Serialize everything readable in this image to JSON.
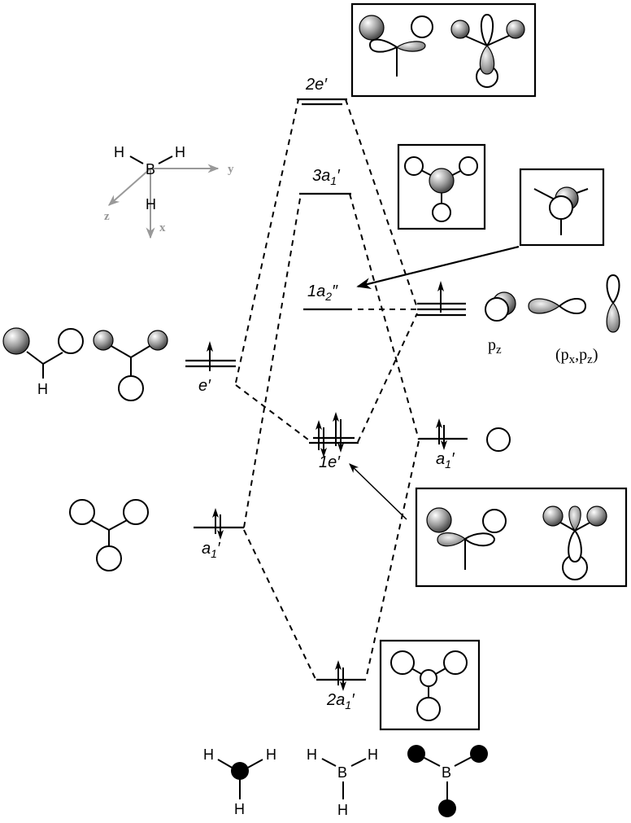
{
  "figure": {
    "type": "molecular orbital diagram",
    "molecule": "BH3"
  },
  "levels": {
    "e2": {
      "label_main": "2e",
      "label_prime": "′",
      "degenerate": 2,
      "electrons": 0
    },
    "a3": {
      "label_main": "3a",
      "label_sub": "1",
      "label_prime": "′",
      "electrons": 0
    },
    "a2pp": {
      "label_main": "1a",
      "label_sub": "2",
      "label_prime": "″",
      "electrons": 0
    },
    "e1": {
      "label_main": "1e",
      "label_prime": "′",
      "degenerate": 2,
      "electrons": 4
    },
    "a2": {
      "label_main": "2a",
      "label_sub": "1",
      "label_prime": "′",
      "electrons": 2
    }
  },
  "left_fragment": {
    "description": "H3 fragment orbitals",
    "e_level": {
      "label_main": "e",
      "label_prime": "′",
      "electrons": 1
    },
    "a_level": {
      "label_main": "a",
      "label_sub": "1",
      "label_prime": "′",
      "electrons": 2
    },
    "h_label": "H"
  },
  "right_fragment": {
    "description": "B atomic orbitals",
    "p_level": {
      "electrons": 1,
      "degenerate": 3
    },
    "s_level": {
      "label_main": "a",
      "label_sub": "1",
      "label_prime": "′",
      "electrons": 2
    },
    "pz_label_main": "p",
    "pz_label_sub": "z",
    "pxpz_label_open": "(p",
    "pxpz_label_sub1": "x",
    "pxpz_label_mid": ",p",
    "pxpz_label_sub2": "z",
    "pxpz_label_close": ")"
  },
  "axes_inset": {
    "atoms": {
      "center": "B",
      "h1": "H",
      "h2": "H",
      "h3": "H"
    },
    "labels": {
      "x": "x",
      "y": "y",
      "z": "z"
    }
  },
  "bottom_structures": {
    "left": {
      "h1": "H",
      "h2": "H",
      "h3": "H"
    },
    "middle": {
      "center": "B",
      "h1": "H",
      "h2": "H",
      "h3": "H"
    },
    "right": {
      "center": "B"
    }
  }
}
